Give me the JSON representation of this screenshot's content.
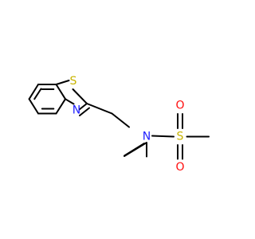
{
  "molecule": {
    "atoms": {
      "sulfur_ring": {
        "label": "S",
        "color": "#c8b400"
      },
      "nitrogen_ring": {
        "label": "N",
        "color": "#1f1fff"
      },
      "nitrogen_amide": {
        "label": "N",
        "color": "#1f1fff"
      },
      "sulfur_sulfonyl": {
        "label": "S",
        "color": "#c8b400"
      },
      "oxygen_top": {
        "label": "O",
        "color": "#ff0d0d"
      },
      "oxygen_bottom": {
        "label": "O",
        "color": "#ff0d0d"
      }
    },
    "bond_color": "#000000"
  }
}
